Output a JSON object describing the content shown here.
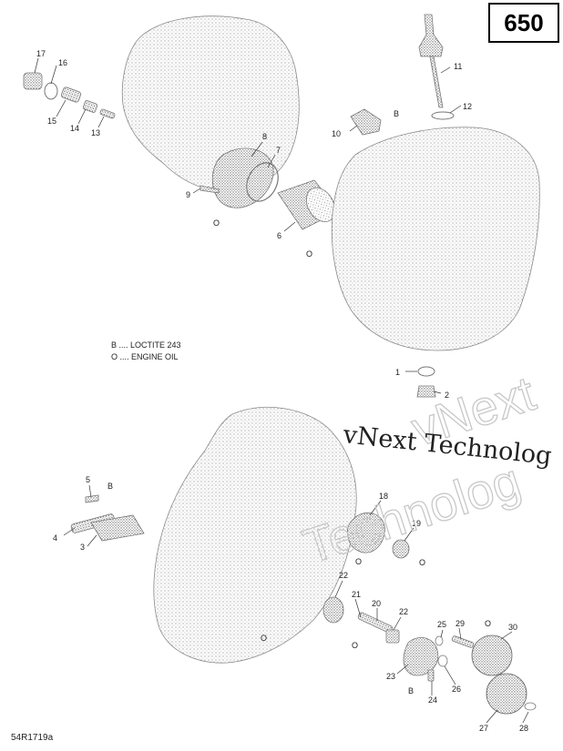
{
  "page_number": "650",
  "reference_code": "54R1719a",
  "legend": [
    {
      "symbol": "B",
      "text": "B .... LOCTITE 243"
    },
    {
      "symbol": "O",
      "text": "O .... ENGINE OIL"
    }
  ],
  "watermark": {
    "line1": "vNext Technolog",
    "line2": "Technolog",
    "line3": "vNext"
  },
  "labels": {
    "p1": "1",
    "p2": "2",
    "p3": "3",
    "p4": "4",
    "p5": "5",
    "p6": "6",
    "p7": "7",
    "p8": "8",
    "p9": "9",
    "p10": "10",
    "p11": "11",
    "p12": "12",
    "p13": "13",
    "p14": "14",
    "p15": "15",
    "p16": "16",
    "p17": "17",
    "p18": "18",
    "p19": "19",
    "p20": "20",
    "p21": "21",
    "p22a": "22",
    "p22b": "22",
    "p23": "23",
    "p24": "24",
    "p25": "25",
    "p26": "26",
    "p27": "27",
    "p28": "28",
    "p29": "29",
    "p30": "30"
  },
  "markers": {
    "m_b10": "B",
    "m_o_cover": "O",
    "m_o_filter": "O",
    "m_b5": "B",
    "m_o18": "O",
    "m_o19": "O",
    "m_o21": "O",
    "m_o_case": "O",
    "m_b24": "B",
    "m_o29": "O"
  }
}
